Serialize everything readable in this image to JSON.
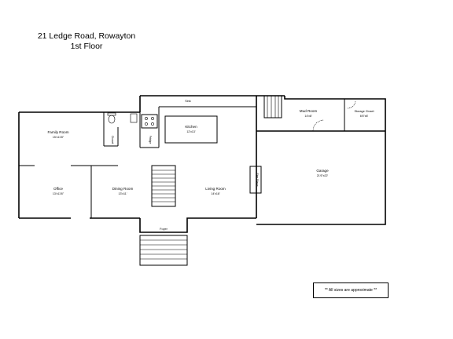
{
  "header": {
    "address": "21 Ledge Road, Rowayton",
    "floor": "1st Floor"
  },
  "rooms": {
    "family_room": {
      "label": "Family Room",
      "dim": "15'x11'8\""
    },
    "office": {
      "label": "Office",
      "dim": "13'x11'6\""
    },
    "dining_room": {
      "label": "Dining Room",
      "dim": "13'x11'"
    },
    "living_room": {
      "label": "Living Room",
      "dim": "14'x18'"
    },
    "kitchen": {
      "label": "Kitchen",
      "dim": "12'x13'"
    },
    "mud_room": {
      "label": "Mud Room",
      "dim": "14'x8'"
    },
    "storage_closet": {
      "label": "Storage Closet",
      "dim": "6'6\"x8'"
    },
    "garage": {
      "label": "Garage",
      "dim": "21'6\"x22'"
    },
    "foyer": {
      "label": "Foyer"
    },
    "closet": {
      "label": "Closet"
    },
    "fridge": {
      "label": "Fridge"
    },
    "sink": {
      "label": "Sink"
    },
    "fireplace": {
      "label": "Fire Place"
    }
  },
  "note": "** All sizes are approximate **"
}
